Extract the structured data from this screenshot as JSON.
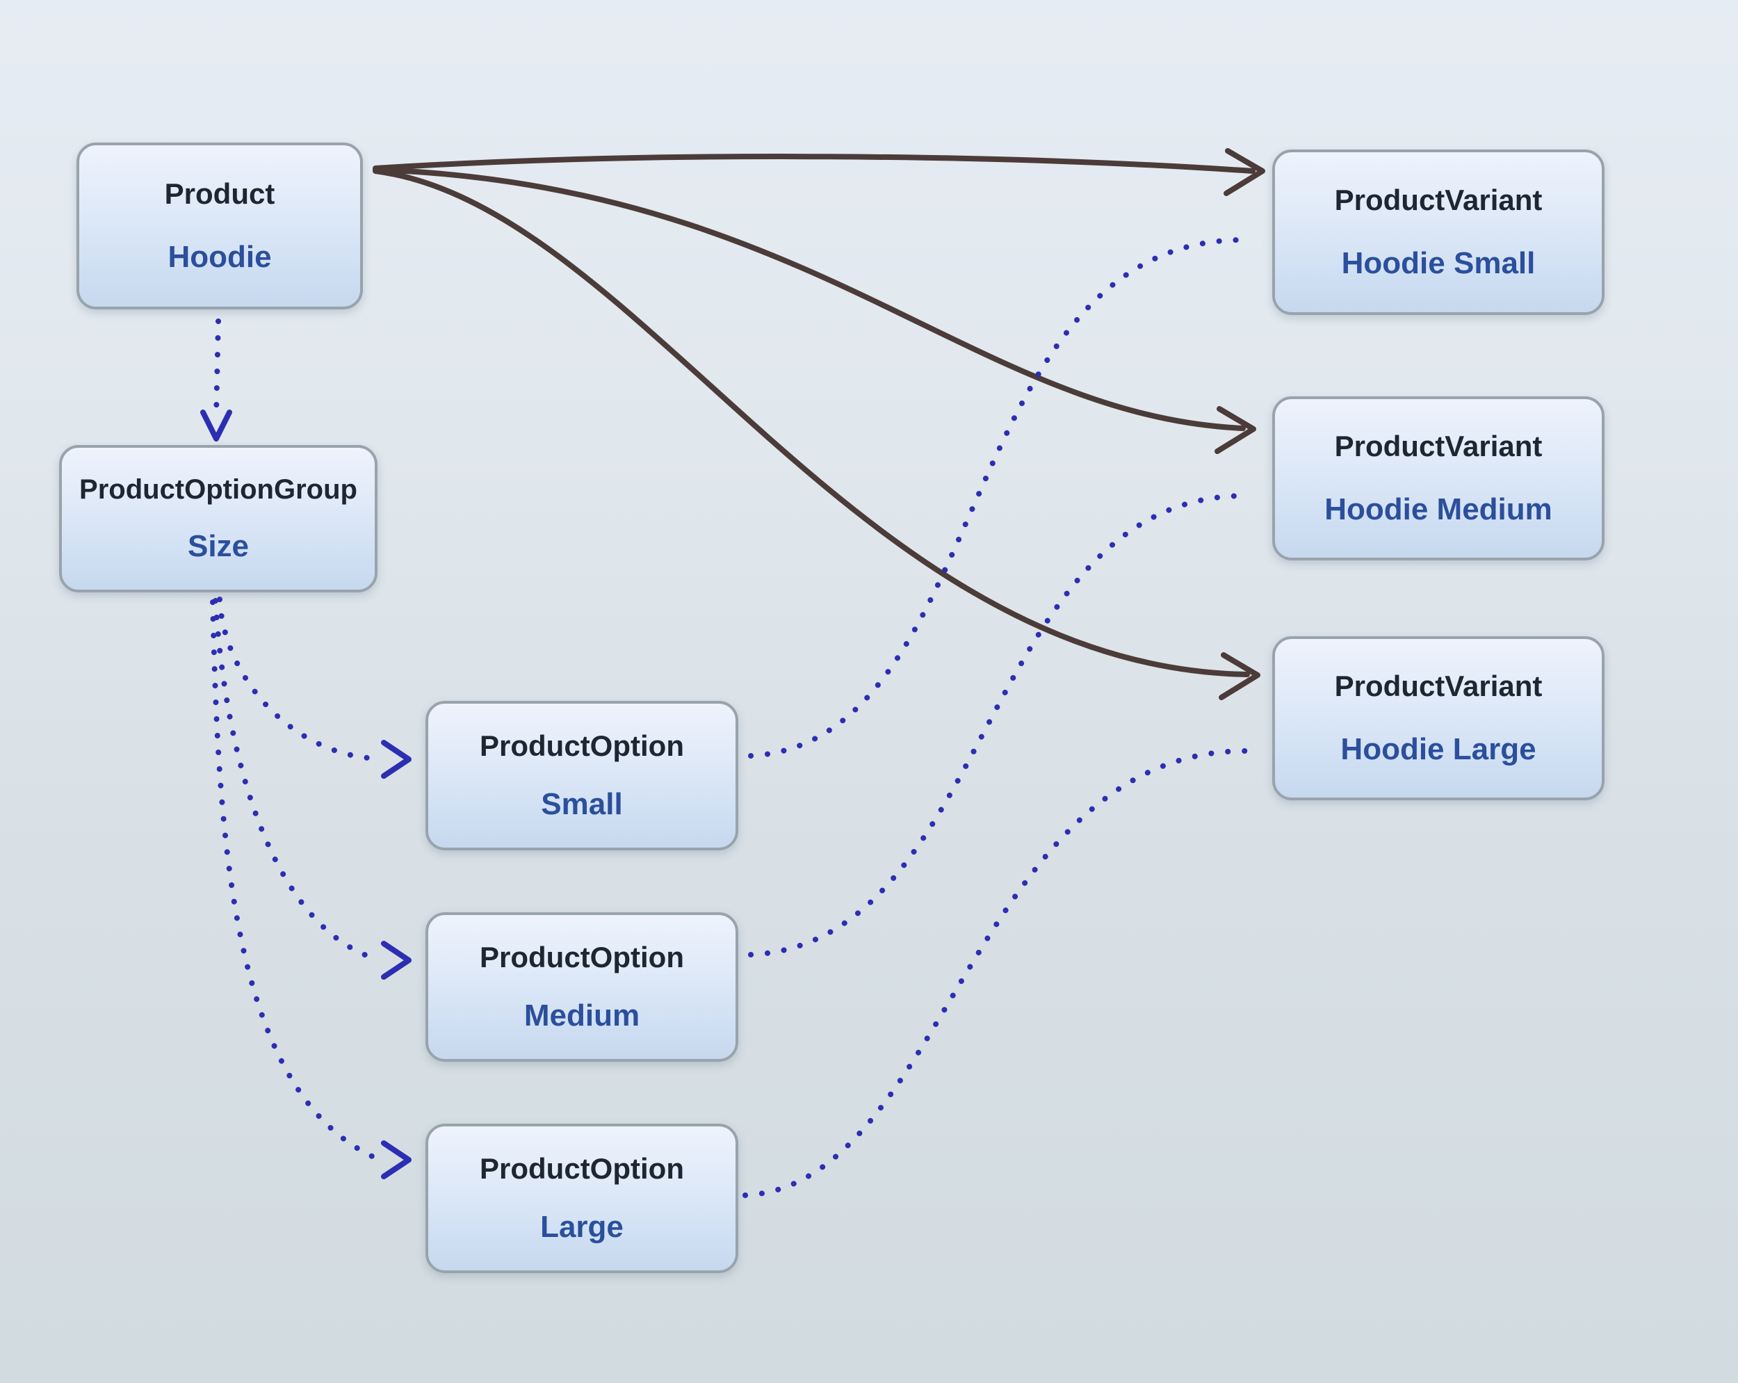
{
  "diagram": {
    "nodes": {
      "product": {
        "type": "Product",
        "name": "Hoodie"
      },
      "option_group": {
        "type": "ProductOptionGroup",
        "name": "Size"
      },
      "option_small": {
        "type": "ProductOption",
        "name": "Small"
      },
      "option_medium": {
        "type": "ProductOption",
        "name": "Medium"
      },
      "option_large": {
        "type": "ProductOption",
        "name": "Large"
      },
      "variant_small": {
        "type": "ProductVariant",
        "name": "Hoodie Small"
      },
      "variant_medium": {
        "type": "ProductVariant",
        "name": "Hoodie Medium"
      },
      "variant_large": {
        "type": "ProductVariant",
        "name": "Hoodie Large"
      }
    },
    "edges": [
      {
        "from": "Product (Hoodie)",
        "to": "ProductVariant (Hoodie Small)",
        "style": "solid-arrow"
      },
      {
        "from": "Product (Hoodie)",
        "to": "ProductVariant (Hoodie Medium)",
        "style": "solid-arrow"
      },
      {
        "from": "Product (Hoodie)",
        "to": "ProductVariant (Hoodie Large)",
        "style": "solid-arrow"
      },
      {
        "from": "Product (Hoodie)",
        "to": "ProductOptionGroup (Size)",
        "style": "dotted-arrow"
      },
      {
        "from": "ProductOptionGroup (Size)",
        "to": "ProductOption (Small)",
        "style": "dotted-arrow"
      },
      {
        "from": "ProductOptionGroup (Size)",
        "to": "ProductOption (Medium)",
        "style": "dotted-arrow"
      },
      {
        "from": "ProductOptionGroup (Size)",
        "to": "ProductOption (Large)",
        "style": "dotted-arrow"
      },
      {
        "from": "ProductOption (Small)",
        "to": "ProductVariant (Hoodie Small)",
        "style": "dotted-line"
      },
      {
        "from": "ProductOption (Medium)",
        "to": "ProductVariant (Hoodie Medium)",
        "style": "dotted-line"
      },
      {
        "from": "ProductOption (Large)",
        "to": "ProductVariant (Hoodie Large)",
        "style": "dotted-line"
      }
    ],
    "colors": {
      "background_top": "#e6ecf3",
      "background_bottom": "#d2dbe0",
      "node_fill_top": "#eef3fd",
      "node_fill_bottom": "#c7d8ee",
      "node_border": "#98a3ac",
      "type_text": "#1e2631",
      "name_text": "#2b4f9c",
      "solid_edge": "#4b3c39",
      "dotted_edge": "#2c2eb2"
    }
  }
}
